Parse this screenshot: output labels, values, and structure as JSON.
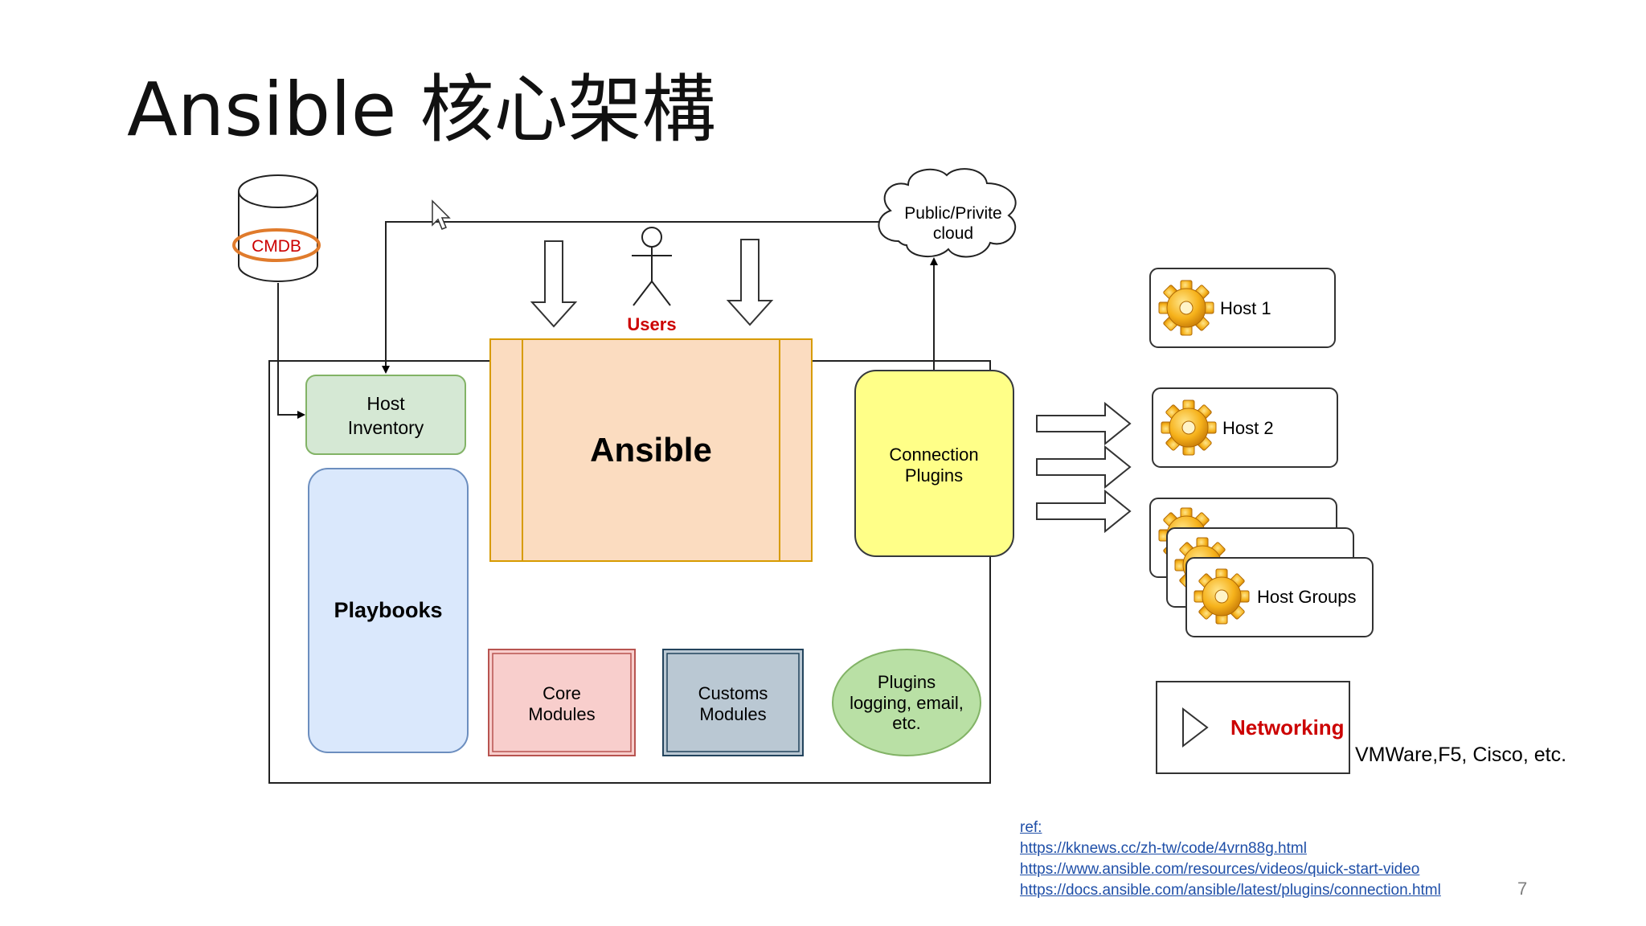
{
  "slide": {
    "title": "Ansible 核心架構",
    "page_number": "7"
  },
  "diagram": {
    "cmdb_label": "CMDB",
    "cloud_line1": "Public/Privite",
    "cloud_line2": "cloud",
    "users_label": "Users",
    "host_inventory_line1": "Host",
    "host_inventory_line2": "Inventory",
    "ansible_label": "Ansible",
    "connection_plugins_line1": "Connection",
    "connection_plugins_line2": "Plugins",
    "playbooks_label": "Playbooks",
    "core_modules_line1": "Core",
    "core_modules_line2": "Modules",
    "customs_modules_line1": "Customs",
    "customs_modules_line2": "Modules",
    "plugins_line1": "Plugins",
    "plugins_line2": "logging, email,",
    "plugins_line3": "etc.",
    "host1_label": "Host 1",
    "host2_label": "Host 2",
    "host_groups_label": "Host Groups",
    "networking_label": "Networking",
    "networking_note": "VMWare,F5, Cisco, etc."
  },
  "references": {
    "label": "ref: ",
    "links": [
      "https://kknews.cc/zh-tw/code/4vrn88g.html",
      "https://www.ansible.com/resources/videos/quick-start-video",
      "https://docs.ansible.com/ansible/latest/plugins/connection.html"
    ]
  },
  "colors": {
    "host_inventory_fill": "#d5e8d4",
    "ansible_fill": "#fbdcc0",
    "connection_plugins_fill": "#ffff88",
    "playbooks_fill": "#dae8fc",
    "core_modules_fill": "#f8cecc",
    "customs_modules_fill": "#bac8d3",
    "plugins_fill": "#b9e0a5",
    "users_text": "#cc0000",
    "cmdb_ring": "#e07b2c"
  },
  "icons": [
    "cmdb-cylinder-icon",
    "cloud-icon",
    "user-stick-figure-icon",
    "gear-icon",
    "play-triangle-icon",
    "cursor-icon"
  ]
}
